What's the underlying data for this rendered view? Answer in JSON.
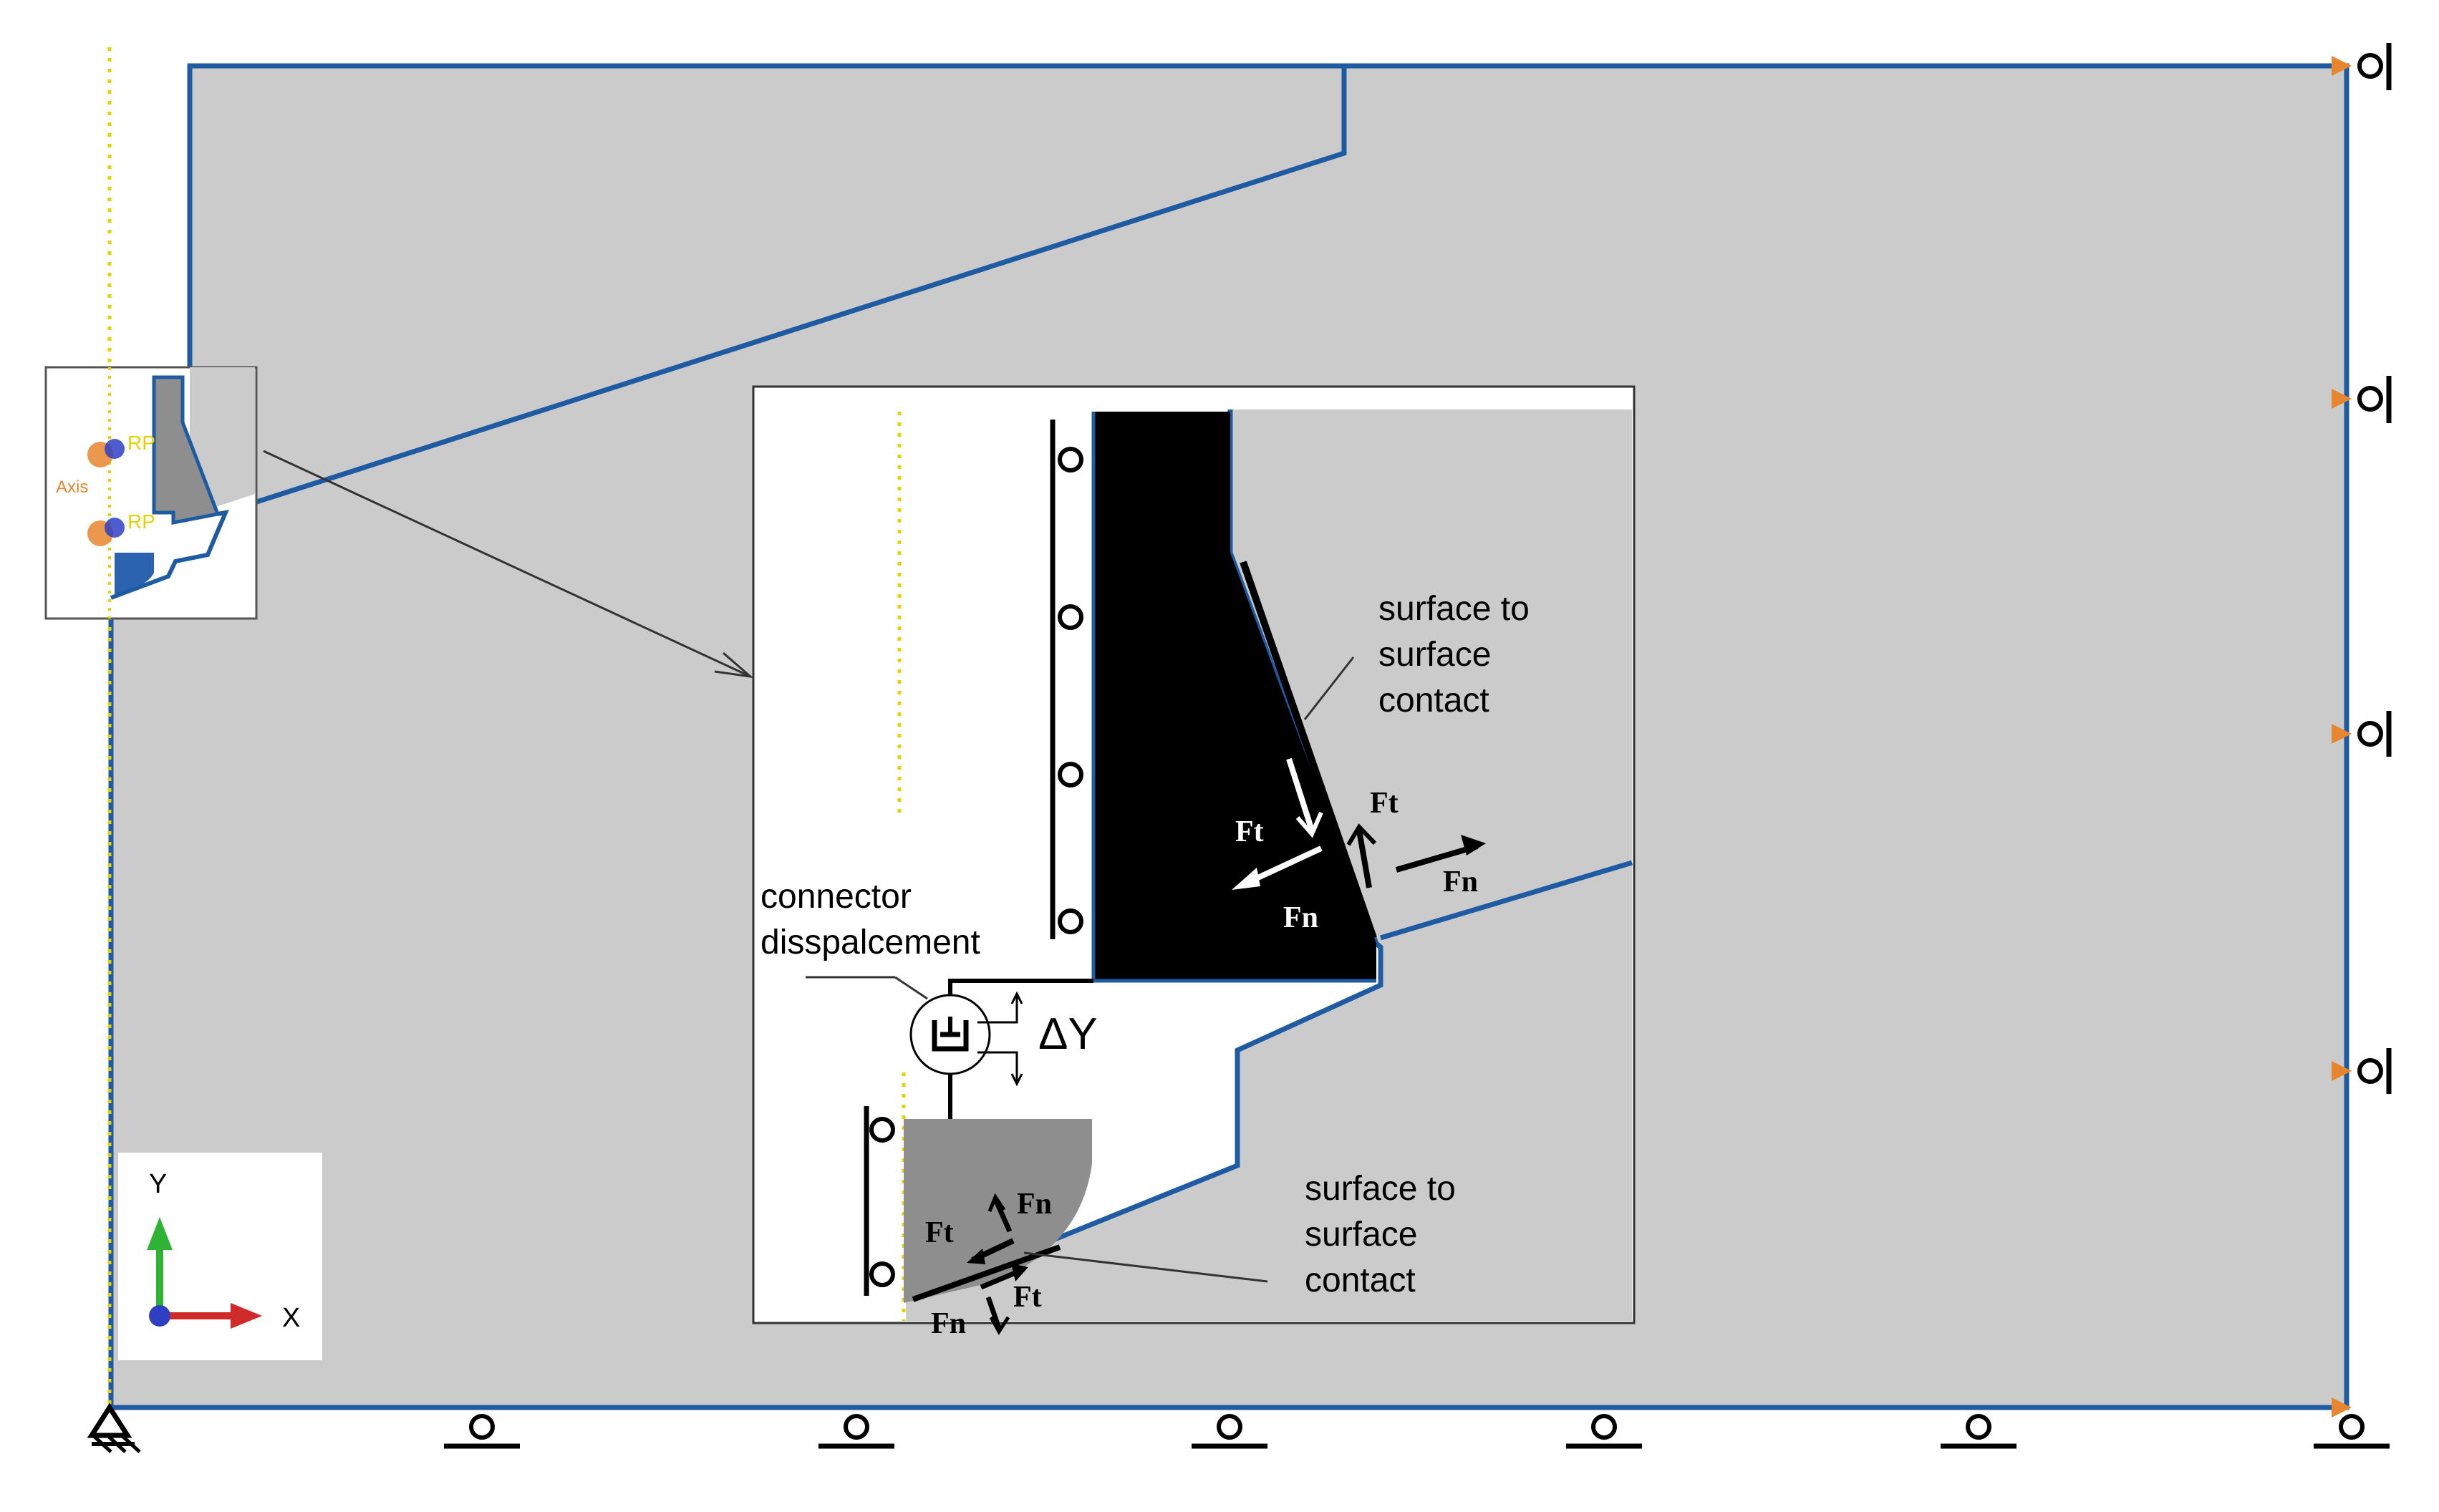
{
  "colors": {
    "background": "#ffffff",
    "domain_fill": "#cbcbcb",
    "boundary_line": "#1f5ba3",
    "inset_bg": "#ffffff",
    "black_part": "#000000",
    "gray_part": "#8e8e8e",
    "symmetry_axis": "#e6d200",
    "arrow_orange": "#e8862f",
    "axis_y": "#2fb335",
    "axis_x": "#d02a2a",
    "axis_z": "#2f3fc4",
    "force_white": "#ffffff",
    "force_black": "#000000"
  },
  "overview": {
    "rp_label_1": "RP",
    "rp_label_2": "RP",
    "axis_label": "Axis"
  },
  "inset": {
    "contact_upper": [
      "surface to",
      "surface",
      "contact"
    ],
    "contact_lower": [
      "surface to",
      "surface",
      "contact"
    ],
    "connector": [
      "connector",
      "disspalcement"
    ],
    "delta_y": "ΔY",
    "forces": {
      "ft_upper_left": "Ft",
      "fn_upper_left": "Fn",
      "ft_upper_right": "Ft",
      "fn_upper_right": "Fn",
      "ft_lower_left": "Ft",
      "fn_lower_left": "Fn",
      "ft_lower_right": "Ft",
      "fn_lower_right": "Fn"
    }
  },
  "triad": {
    "y_label": "Y",
    "x_label": "X"
  }
}
